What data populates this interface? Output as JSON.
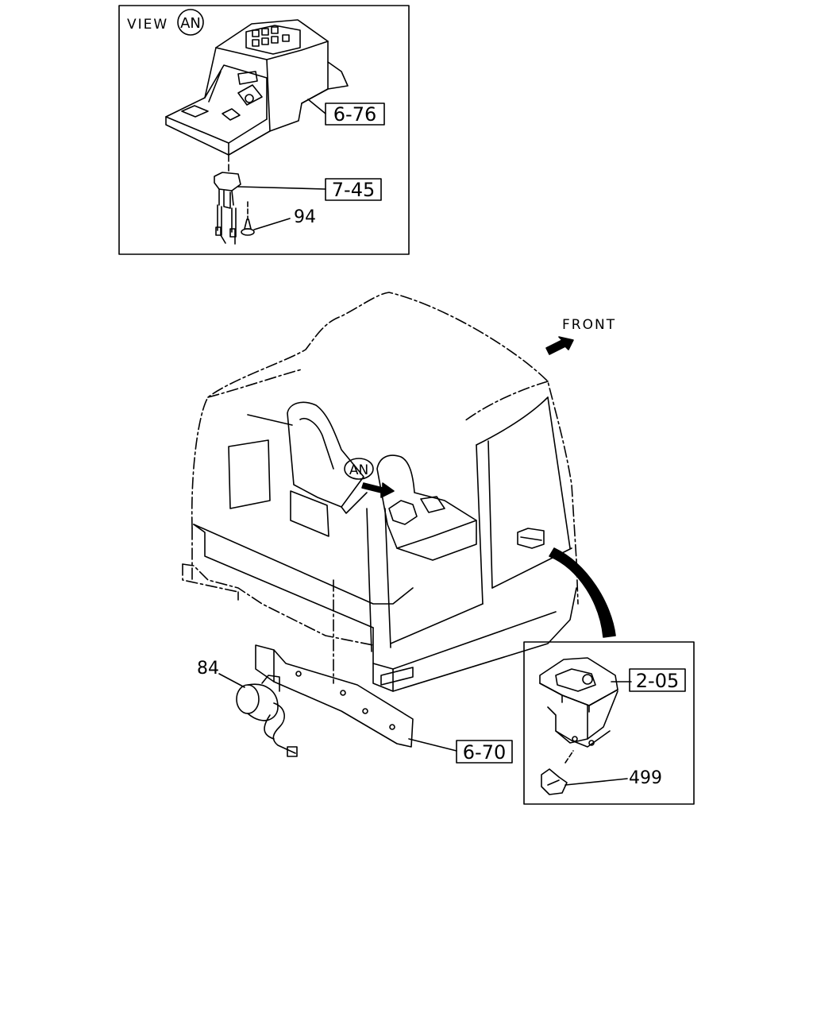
{
  "view_inset": {
    "view_word": "VIEW",
    "view_circle": "AN",
    "refs": {
      "console": "6-76",
      "switch": "7-45"
    },
    "parts": {
      "screw": "94"
    }
  },
  "main": {
    "front_label": "FRONT",
    "view_marker": "AN",
    "parts": {
      "horn": "84"
    },
    "refs": {
      "bracket": "6-70"
    }
  },
  "detail_inset": {
    "refs": {
      "relay": "2-05"
    },
    "parts": {
      "clip": "499"
    }
  }
}
